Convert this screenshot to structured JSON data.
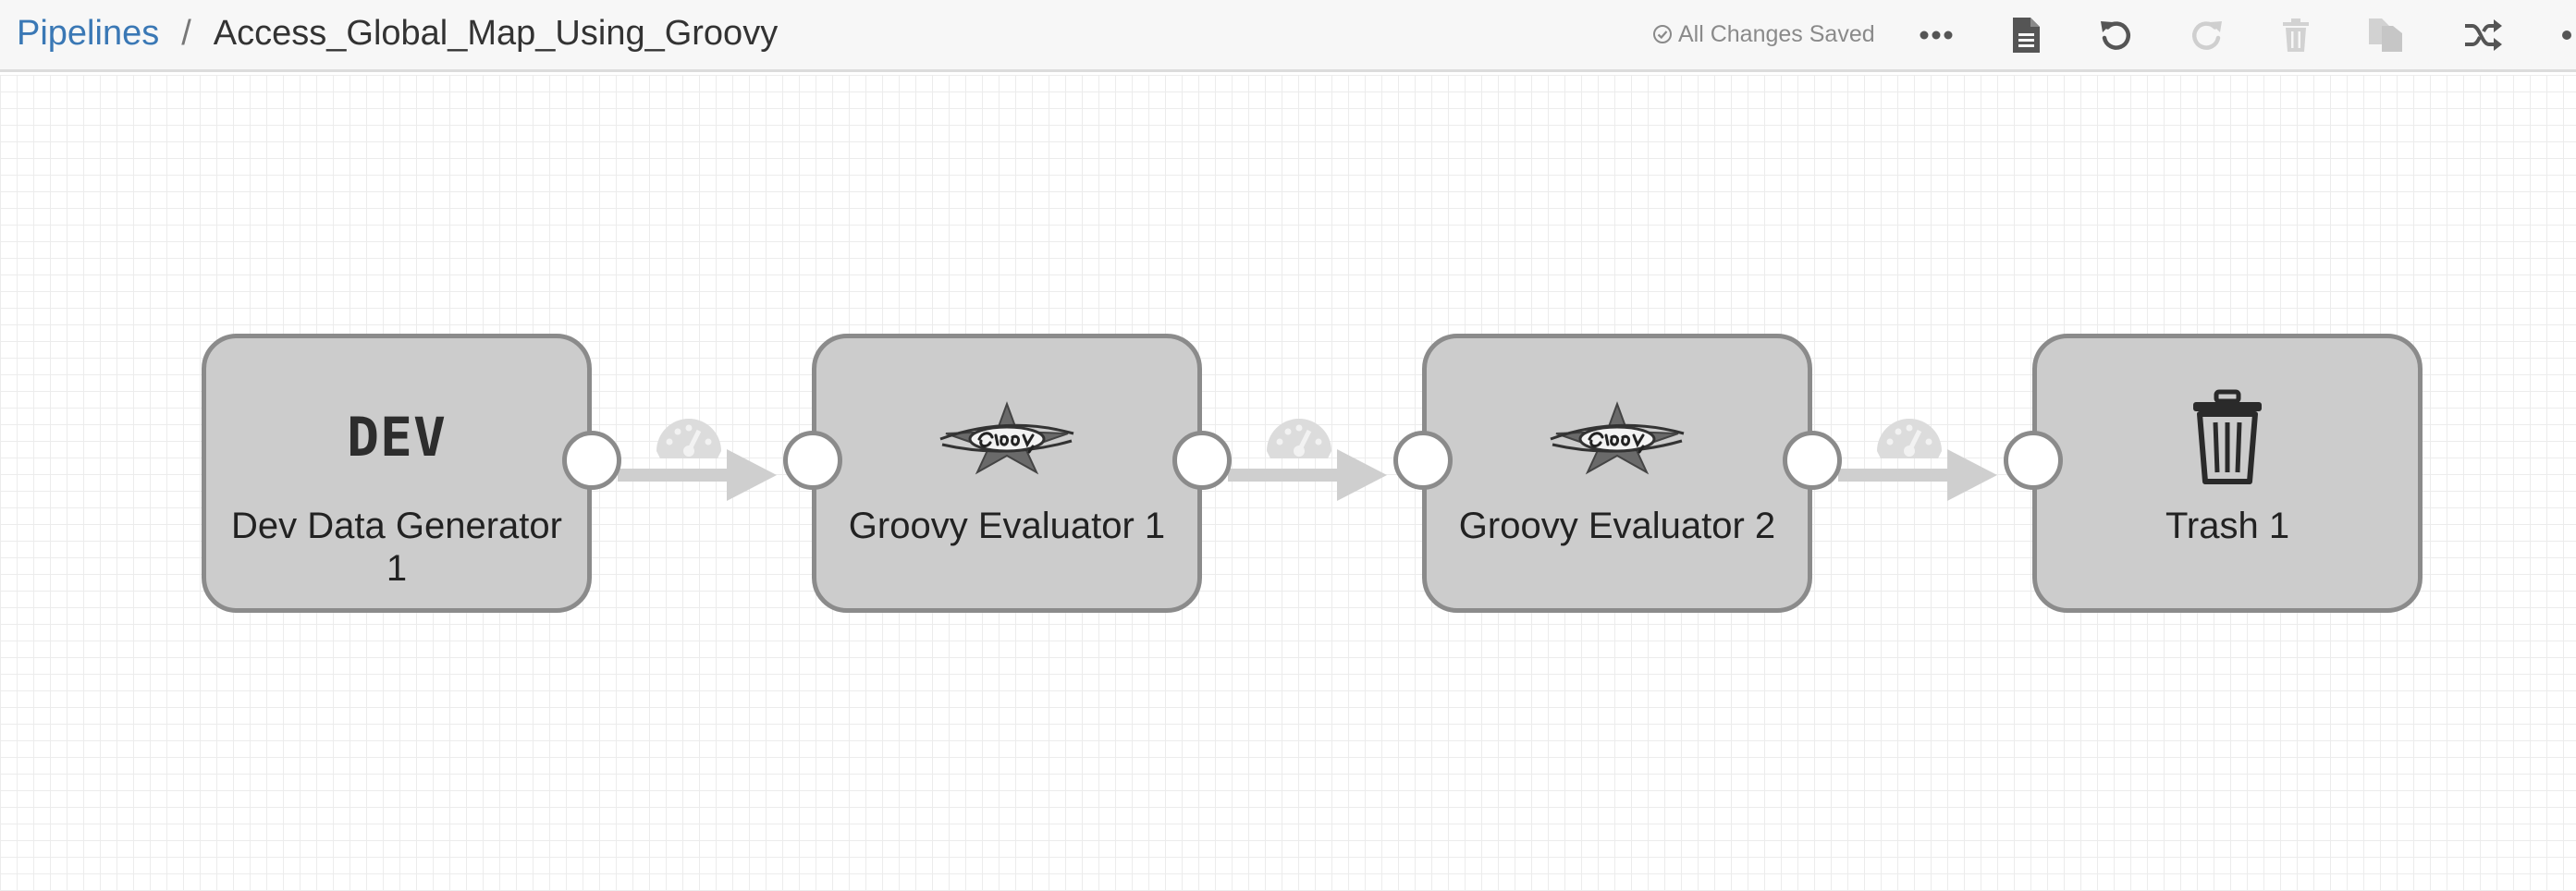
{
  "breadcrumb": {
    "root": "Pipelines",
    "separator": "/",
    "current": "Access_Global_Map_Using_Groovy"
  },
  "status": {
    "save_text": "All Changes Saved",
    "icon": "check-circle-icon"
  },
  "toolbar": {
    "buttons": [
      {
        "name": "more-options-icon",
        "enabled": true
      },
      {
        "name": "document-icon",
        "enabled": true
      },
      {
        "name": "undo-icon",
        "enabled": true
      },
      {
        "name": "redo-icon",
        "enabled": false
      },
      {
        "name": "trash-icon",
        "enabled": false
      },
      {
        "name": "copy-icon",
        "enabled": false
      },
      {
        "name": "shuffle-icon",
        "enabled": true
      }
    ]
  },
  "pipeline": {
    "stages": [
      {
        "label": "Dev Data Generator 1",
        "icon_text": "DEV",
        "icon": "dev-icon"
      },
      {
        "label": "Groovy Evaluator 1",
        "icon": "groovy-star-icon"
      },
      {
        "label": "Groovy Evaluator 2",
        "icon": "groovy-star-icon"
      },
      {
        "label": "Trash 1",
        "icon": "trash-can-icon"
      }
    ],
    "links": [
      {
        "icon": "gauge-icon"
      },
      {
        "icon": "gauge-icon"
      },
      {
        "icon": "gauge-icon"
      }
    ]
  },
  "colors": {
    "link_blue": "#3a78b5",
    "stage_fill": "#cccccc",
    "stage_border": "#8b8b8b",
    "connector": "#cfcfcf",
    "grid": "#ececec"
  }
}
